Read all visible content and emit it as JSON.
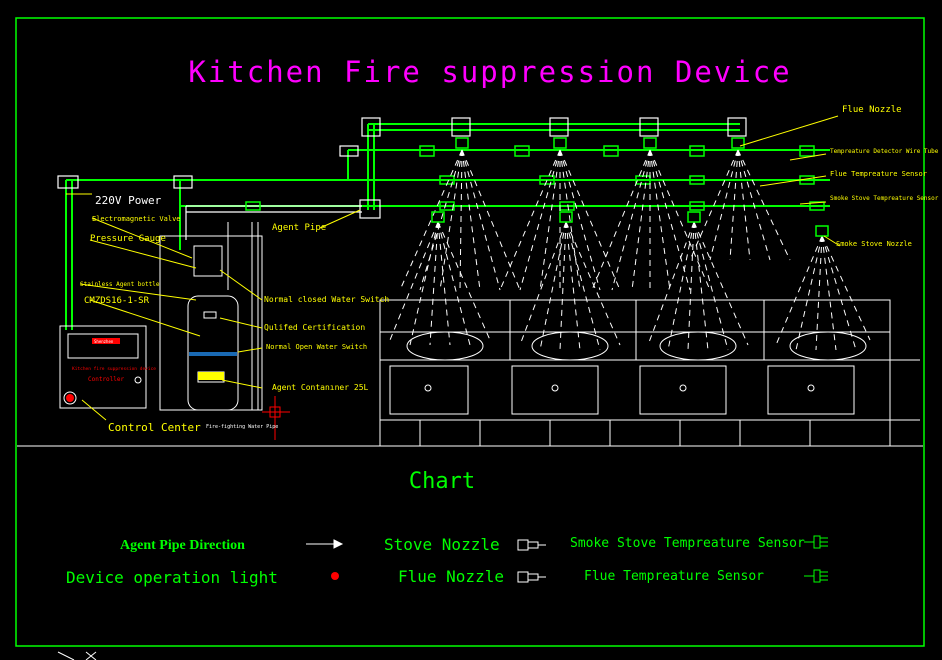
{
  "title": "Kitchen Fire suppression Device",
  "labels": {
    "flue_nozzle": "Flue Nozzle",
    "temp_detector_tube": "Tempreature Detector Wire Tube",
    "flue_temp_sensor": "Flue Tempreature Sensor",
    "smoke_stove_temp_sensor": "Smoke Stove Tempreature Sensor",
    "smoke_stove_nozzle": "Smoke Stove Nozzle",
    "power": "220V Power",
    "electromagnetic_valve": "Electromagnetic Valve",
    "pressure_gauge": "Pressure Gauge",
    "stainless_bottle": "Stainless Agent bottle",
    "model": "CMZDS16-1-SR",
    "agent_pipe": "Agent Pipe",
    "normal_closed_switch": "Normal closed Water Switch",
    "qualified_cert": "Qulifed Certification",
    "normal_open_switch": "Normal Open Water Switch",
    "agent_container": "Agent Contanıner 25L",
    "control_center": "Control Center",
    "fire_water_pipe": "Fire-fighting Water Pipe",
    "controller_line1": "Kitchen fire suppression device",
    "controller_line2": "Controller",
    "controller_badge": "Shenzhen"
  },
  "legend": {
    "heading": "Chart",
    "agent_pipe_direction": "Agent Pipe Direction",
    "device_operation_light": "Device operation light",
    "stove_nozzle": "Stove Nozzle",
    "flue_nozzle": "Flue Nozzle",
    "smoke_stove_temp_sensor": "Smoke Stove Tempreature Sensor",
    "flue_temp_sensor": "Flue Tempreature Sensor"
  },
  "colors": {
    "background": "#000000",
    "pipe": "#00ff00",
    "line": "#ffffff",
    "label_yellow": "#ffff00",
    "title_magenta": "#ff00ff",
    "light_red": "#ff0000",
    "frame": "#00ff00"
  }
}
